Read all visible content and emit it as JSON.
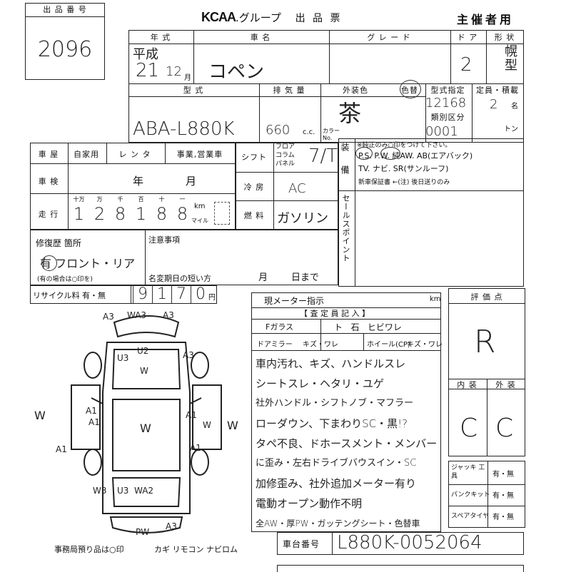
{
  "header": {
    "lot_label": "出 品 番 号",
    "lot_number": "2096",
    "org": "KCAA",
    "org_suffix": ".グループ",
    "sheet_title": "出 品 票",
    "copy_label": "主催者用"
  },
  "row1": {
    "year_label": "年  式",
    "year_era": "平成",
    "year_value": "21",
    "month_value": "12",
    "month_unit": "月",
    "car_name_label": "車    名",
    "car_name": "コペン",
    "grade_label": "グ レ ー ド",
    "door_label": "ド ア",
    "door_value": "2",
    "shape_label": "形 状",
    "shape_value": "幌 型"
  },
  "row2": {
    "model_label": "型    式",
    "model_value": "ABA-L880K",
    "displacement_label": "排 気 量",
    "displacement_value": "660",
    "displacement_unit": "c.c.",
    "color_label": "外装色",
    "color_value": "茶",
    "color_change_label": "色替",
    "color_no_label": "カラー No.",
    "type_designation_label": "型式指定",
    "type_designation_value": "12168",
    "class_label": "類別区分",
    "class_value": "0001",
    "capacity_label": "定員・積載",
    "capacity_value": "2",
    "capacity_unit": "名",
    "load_unit": "トン"
  },
  "use": {
    "label": "車 屋",
    "options": [
      "自家用",
      "レ ン タ",
      "事業,営業車"
    ]
  },
  "inspection": {
    "label": "車 検",
    "year_unit": "年",
    "month_unit": "月"
  },
  "mileage": {
    "label": "走 行",
    "digit_labels": [
      "十万",
      "万",
      "千",
      "百",
      "十",
      "一"
    ],
    "digits": [
      "1",
      "2",
      "8",
      "1",
      "8",
      "8"
    ],
    "unit_km": "km",
    "unit_mile": "マイル"
  },
  "shift": {
    "label": "シフト",
    "options": [
      "フロア",
      "コラム",
      "パネル"
    ],
    "value": "7/T"
  },
  "ac": {
    "label": "冷 房",
    "value": "AC"
  },
  "fuel": {
    "label": "燃 料",
    "value": "ガソリン"
  },
  "equipment": {
    "side_label": "装 備",
    "note": "※純正のみ○印をつけて下さい。",
    "line1": "P.S. P.W. 純AW. AB(エアバック)",
    "line2": "TV. ナビ. SR(サンルーフ)",
    "line3": "新車保証書 ←(注) 後日送りのみ"
  },
  "sales_point_label": "セールスポイント",
  "repair": {
    "label": "修復歴 箇所",
    "value": "有 フロント・リア",
    "note": "(有の場合は○印を)"
  },
  "caution": {
    "label": "注意事項",
    "name_change_label": "名変期日の短い方",
    "month_unit": "月",
    "day_unit": "日まで"
  },
  "recycle": {
    "label": "リサイクル料 有・無",
    "digits": [
      "9",
      "1",
      "7",
      "0"
    ],
    "unit": "円"
  },
  "meter": {
    "label": "現メーター指示",
    "unit": "km"
  },
  "inspector": {
    "title": "【 査 定 員 記 入 】",
    "glass_label": "Fガラス",
    "glass_options": "ト   石   ヒビワレ",
    "mirror_label": "ドアミラー",
    "mirror_options": "キズ・ワレ",
    "wheel_label": "ホイール(CP)",
    "wheel_options": "キズ・ワレ",
    "notes": [
      "車内汚れ、キズ、ハンドルスレ",
      "シートスレ・ヘタリ・ユゲ",
      "社外ハンドル・シフトノブ・マフラー",
      "ローダウン、下まわりSC・黒!?",
      "タペ不良、ドホースメント・メンバー",
      "に歪み・左右ドライブバウスイン・SC",
      "加修歪み、社外追加メーター有り",
      "電動オープン動作不明",
      "全AW・厚PW・ガッテングシート・色替車"
    ]
  },
  "grade_box": {
    "label": "評  価  点",
    "score": "R",
    "interior_label": "内 装",
    "exterior_label": "外 装",
    "interior_value": "C",
    "exterior_value": "C"
  },
  "accessories": {
    "jack_label": "ジャッキ 工 具",
    "puncture_label": "パンクキット",
    "spare_label": "スペアタイヤ",
    "option": "有・無"
  },
  "chassis": {
    "label": "車台番号",
    "value": "L880K-0052064"
  },
  "office": {
    "label": "事務局預り品は○印",
    "items": "カギ  リモコン  ナビロム"
  },
  "diagram": {
    "marks": [
      "A3",
      "WA3",
      "A3",
      "U3",
      "U2",
      "A3",
      "W",
      "W",
      "A1",
      "A1",
      "A1",
      "W",
      "W",
      "A1",
      "W",
      "A1",
      "W3",
      "U3",
      "WA2",
      "PW",
      "A3"
    ]
  }
}
